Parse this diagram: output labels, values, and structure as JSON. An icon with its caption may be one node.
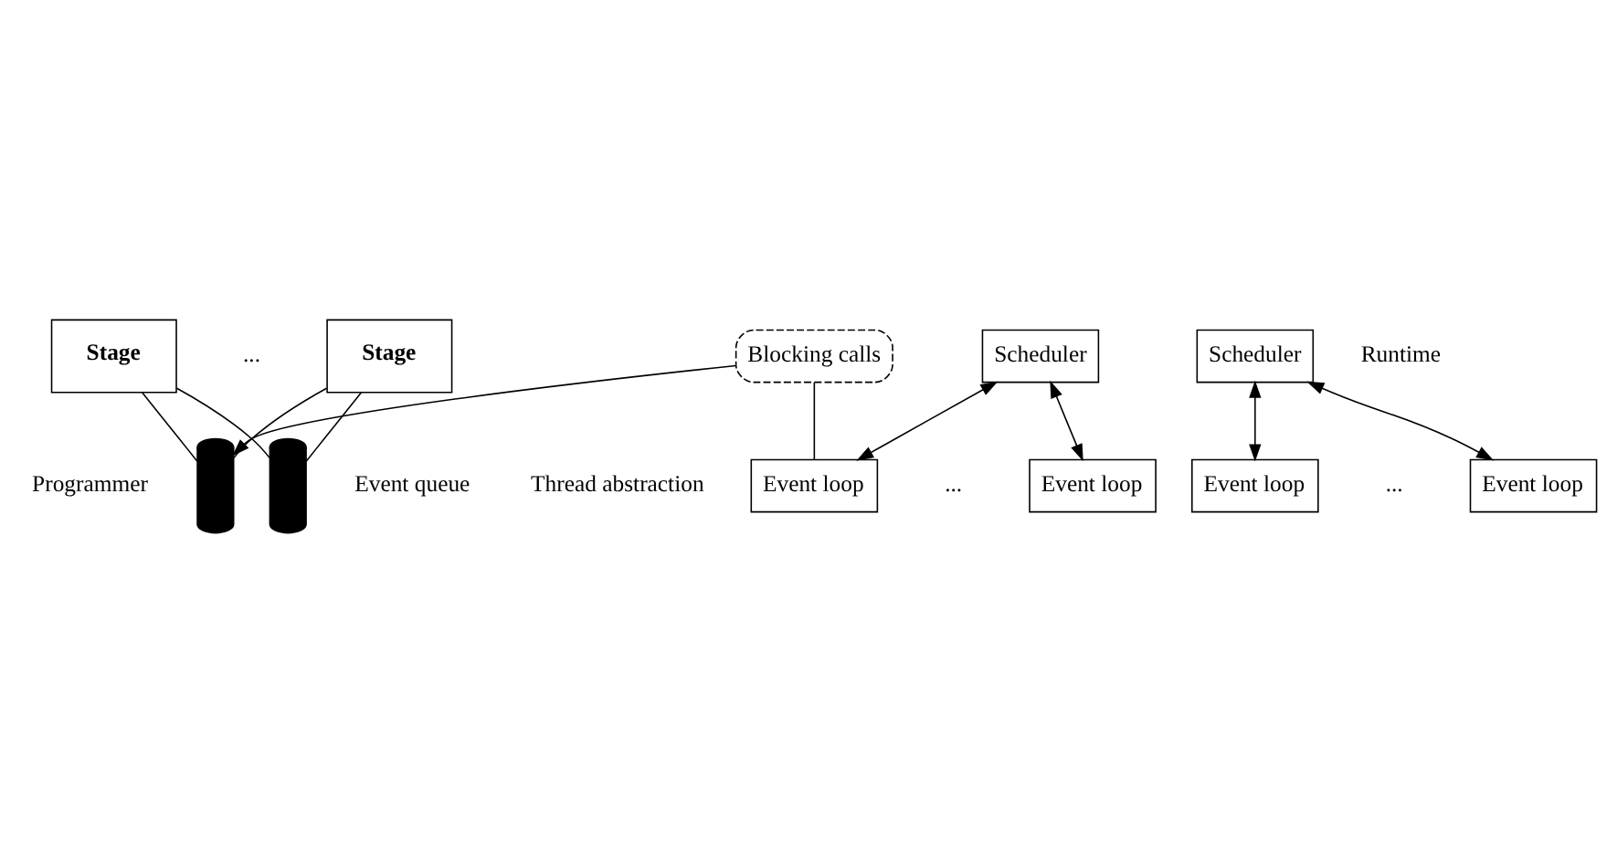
{
  "diagram": {
    "nodes": [
      {
        "text": [
          "Stage"
        ]
      },
      {
        "text": [
          "Stage"
        ]
      },
      {
        "text": [],
        "shape": "cylinder"
      },
      {
        "text": [],
        "shape": "cylinder"
      },
      {
        "text": [
          "Blocking calls"
        ]
      },
      {
        "text": [
          "Scheduler"
        ]
      },
      {
        "text": [
          "Scheduler"
        ]
      },
      {
        "text": [
          "Event loop"
        ]
      },
      {
        "text": [
          "Event loop"
        ]
      },
      {
        "text": [
          "Event loop"
        ]
      },
      {
        "text": [
          "Event loop"
        ]
      }
    ],
    "edges": [
      {
        "from": 0,
        "to": 2,
        "arrow": "none"
      },
      {
        "from": 0,
        "to": 3,
        "arrow": "none"
      },
      {
        "from": 1,
        "to": 2,
        "arrow": "none"
      },
      {
        "from": 1,
        "to": 3,
        "arrow": "none"
      },
      {
        "from": 5,
        "to": 7,
        "arrow": "both"
      },
      {
        "from": 5,
        "to": 8,
        "arrow": "both"
      },
      {
        "from": 6,
        "to": 9,
        "arrow": "both"
      },
      {
        "from": 6,
        "to": 10,
        "arrow": "both"
      },
      {
        "from": 7,
        "to": 4,
        "arrow": "none"
      },
      {
        "from": 4,
        "to": 2,
        "arrow": "to"
      }
    ],
    "labels": [
      "...",
      "Event queue",
      "Programmer",
      "Runtime",
      "Thread abstraction",
      "...",
      "..."
    ]
  }
}
